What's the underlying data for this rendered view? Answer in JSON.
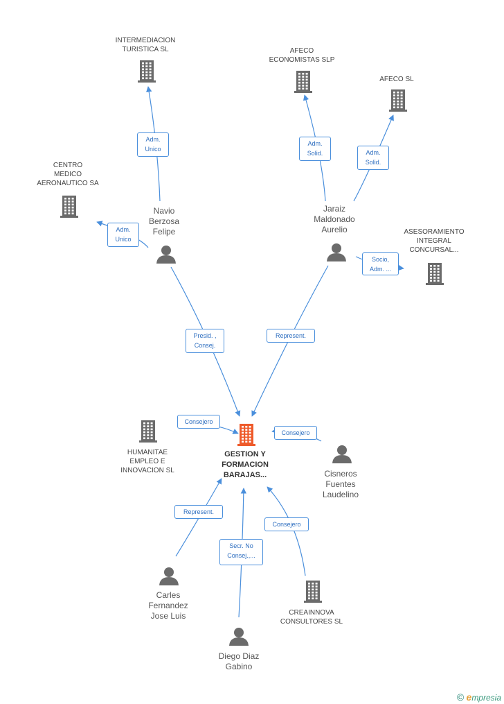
{
  "nodes": [
    {
      "id": "intermediacion",
      "kind": "company",
      "lines": [
        "INTERMEDIACION",
        "TURISTICA SL"
      ]
    },
    {
      "id": "afeco_eco",
      "kind": "company",
      "lines": [
        "AFECO",
        "ECONOMISTAS SLP"
      ]
    },
    {
      "id": "afeco_sl",
      "kind": "company",
      "lines": [
        "AFECO SL"
      ]
    },
    {
      "id": "centro",
      "kind": "company",
      "lines": [
        "CENTRO",
        "MEDICO",
        "AERONAUTICO SA"
      ]
    },
    {
      "id": "asesoramiento",
      "kind": "company",
      "lines": [
        "ASESORAMIENTO",
        "INTEGRAL",
        "CONCURSAL..."
      ]
    },
    {
      "id": "navio",
      "kind": "person",
      "lines": [
        "Navio",
        "Berzosa",
        "Felipe"
      ]
    },
    {
      "id": "jaraiz",
      "kind": "person",
      "lines": [
        "Jaraiz",
        "Maldonado",
        "Aurelio"
      ]
    },
    {
      "id": "main",
      "kind": "main",
      "lines": [
        "GESTION Y",
        "FORMACION",
        "BARAJAS..."
      ]
    },
    {
      "id": "humanitae",
      "kind": "company",
      "lines": [
        "HUMANITAE",
        "EMPLEO E",
        "INNOVACION SL"
      ]
    },
    {
      "id": "cisneros",
      "kind": "person",
      "lines": [
        "Cisneros",
        "Fuentes",
        "Laudelino"
      ]
    },
    {
      "id": "carles",
      "kind": "person",
      "lines": [
        "Carles",
        "Fernandez",
        "Jose Luis"
      ]
    },
    {
      "id": "diego",
      "kind": "person",
      "lines": [
        "Diego Diaz",
        "Gabino"
      ]
    },
    {
      "id": "creainnova",
      "kind": "company",
      "lines": [
        "CREAINNOVA",
        "CONSULTORES SL"
      ]
    }
  ],
  "edges": [
    {
      "id": "e1",
      "from": "navio",
      "to": "intermediacion",
      "label": [
        "Adm.",
        "Unico"
      ]
    },
    {
      "id": "e2",
      "from": "navio",
      "to": "centro",
      "label": [
        "Adm.",
        "Unico"
      ]
    },
    {
      "id": "e3",
      "from": "jaraiz",
      "to": "afeco_eco",
      "label": [
        "Adm.",
        "Solid."
      ]
    },
    {
      "id": "e4",
      "from": "jaraiz",
      "to": "afeco_sl",
      "label": [
        "Adm.",
        "Solid."
      ]
    },
    {
      "id": "e5",
      "from": "jaraiz",
      "to": "asesoramiento",
      "label": [
        "Socio,",
        "Adm. ..."
      ]
    },
    {
      "id": "e6",
      "from": "navio",
      "to": "main",
      "label": [
        "Presid. ,",
        "Consej."
      ]
    },
    {
      "id": "e7",
      "from": "jaraiz",
      "to": "main",
      "label": [
        "Represent."
      ]
    },
    {
      "id": "e8",
      "from": "humanitae",
      "to": "main",
      "label": [
        "Consejero"
      ]
    },
    {
      "id": "e9",
      "from": "cisneros",
      "to": "main",
      "label": [
        "Consejero"
      ]
    },
    {
      "id": "e10",
      "from": "carles",
      "to": "main",
      "label": [
        "Represent."
      ]
    },
    {
      "id": "e11",
      "from": "diego",
      "to": "main",
      "label": [
        "Secr. No",
        "Consej.,..."
      ]
    },
    {
      "id": "e12",
      "from": "creainnova",
      "to": "main",
      "label": [
        "Consejero"
      ]
    }
  ],
  "colors": {
    "edge": "#4a8fdc",
    "company_icon": "#6b6b6b",
    "main_icon": "#ee5a2a",
    "person_icon": "#6b6b6b"
  },
  "brand": {
    "copyright": "©",
    "e": "e",
    "rest": "mpresia"
  }
}
